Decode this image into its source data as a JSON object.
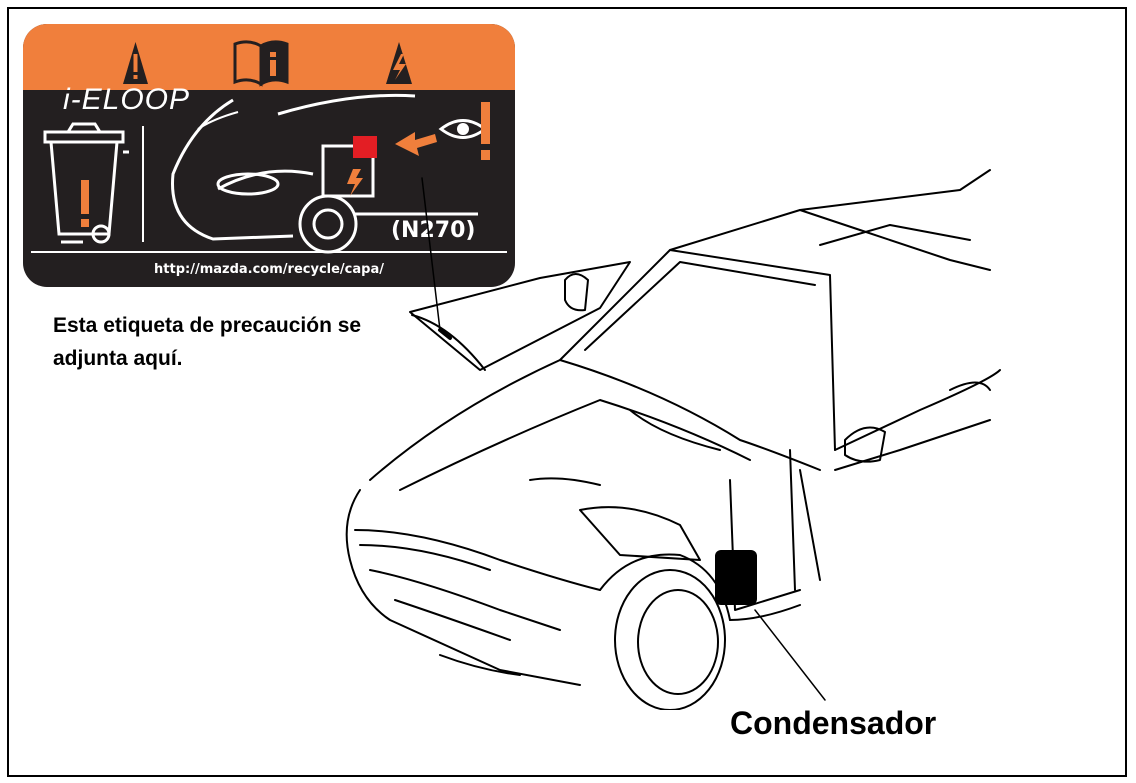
{
  "warning_label": {
    "brand": "i-ELOOP",
    "code": "(N270)",
    "url": "http://mazda.com/recycle/capa/",
    "icons": [
      "warning-icon",
      "manual-info-icon",
      "electric-hazard-icon",
      "recycle-bin-icon",
      "eye-caution-icon"
    ],
    "colors": {
      "band": "#f07f3c",
      "background": "#231f20",
      "accent_red": "#e31e24"
    }
  },
  "caption": "Esta etiqueta de precaución se adjunta aquí.",
  "component_label": "Condensador"
}
